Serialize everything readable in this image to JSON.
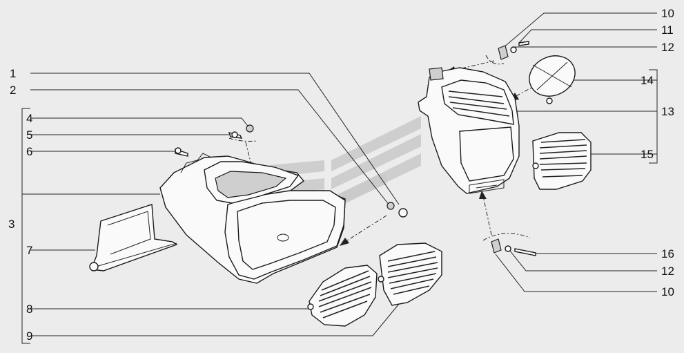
{
  "callouts": [
    {
      "id": "c1",
      "text": "1"
    },
    {
      "id": "c2",
      "text": "2"
    },
    {
      "id": "c3",
      "text": "3"
    },
    {
      "id": "c4",
      "text": "4"
    },
    {
      "id": "c5",
      "text": "5"
    },
    {
      "id": "c6",
      "text": "6"
    },
    {
      "id": "c7",
      "text": "7"
    },
    {
      "id": "c8",
      "text": "8"
    },
    {
      "id": "c9",
      "text": "9"
    },
    {
      "id": "c10a",
      "text": "10"
    },
    {
      "id": "c11",
      "text": "11"
    },
    {
      "id": "c12a",
      "text": "12"
    },
    {
      "id": "c13",
      "text": "13"
    },
    {
      "id": "c14",
      "text": "14"
    },
    {
      "id": "c15",
      "text": "15"
    },
    {
      "id": "c16",
      "text": "16"
    },
    {
      "id": "c12b",
      "text": "12"
    },
    {
      "id": "c10b",
      "text": "10"
    }
  ],
  "colors": {
    "background": "#ececec",
    "line": "#222222",
    "watermark": "#c9c9c9"
  }
}
